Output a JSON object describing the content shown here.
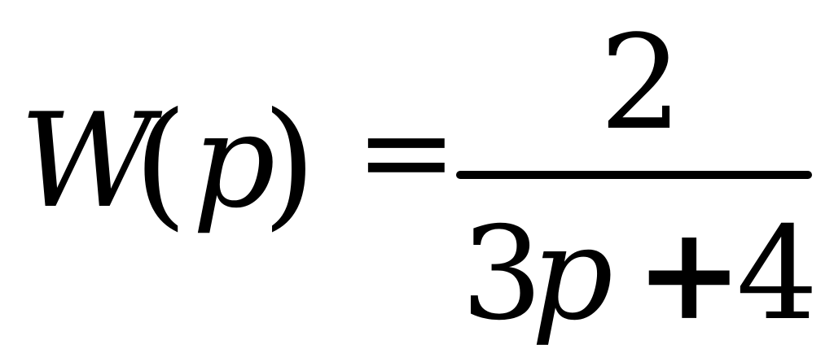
{
  "formula": {
    "lhs": {
      "func": "W",
      "open": "(",
      "arg": "p",
      "close": ")"
    },
    "eq": "=",
    "numerator": "2",
    "denominator": {
      "coef": "3",
      "var": "p",
      "op": "+",
      "const": "4"
    }
  }
}
